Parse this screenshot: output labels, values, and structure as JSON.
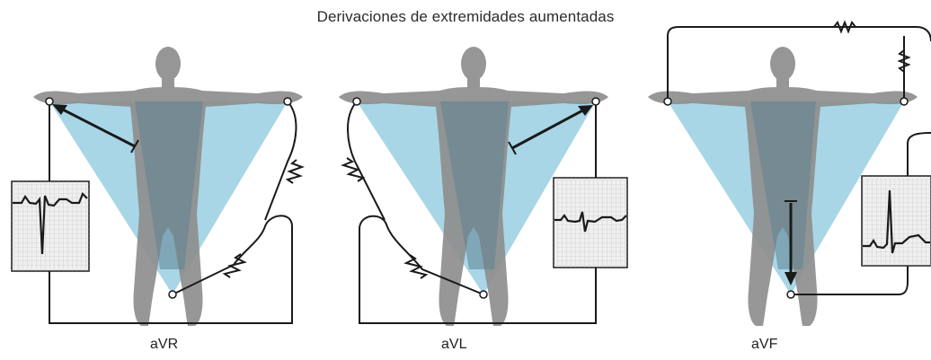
{
  "title": "Derivaciones de extremidades aumentadas",
  "panels": [
    {
      "id": "avr",
      "label": "aVR"
    },
    {
      "id": "avl",
      "label": "aVL"
    },
    {
      "id": "avf",
      "label": "aVF"
    }
  ],
  "colors": {
    "triangle": "#a9d6e6",
    "body": "#8e8e8e",
    "body_overlap": "#5f8190",
    "wire": "#1a1a1a",
    "ecg_grid": "#e9e9e9",
    "ecg_trace": "#1a1a1a"
  }
}
